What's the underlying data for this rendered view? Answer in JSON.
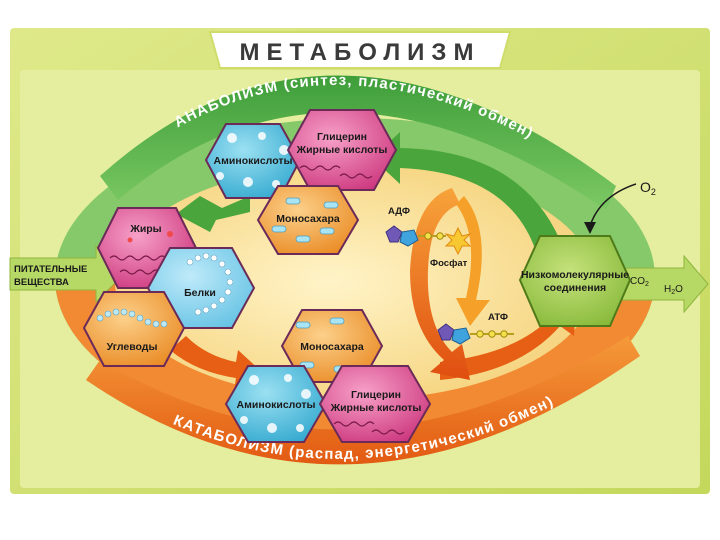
{
  "poster": {
    "title": "МЕТАБОЛИЗМ",
    "anabolism_arc": "АНАБОЛИЗМ (синтез, пластический обмен)",
    "catabolism_arc": "КАТАБОЛИЗМ (распад, энергетический обмен)",
    "input_line1": "ПИТАТЕЛЬНЫЕ",
    "input_line2": "ВЕЩЕСТВА",
    "oxygen": "O",
    "oxygen_sub": "2",
    "adp": "АДФ",
    "phosphate": "Фосфат",
    "atp": "АТФ",
    "low_mol_line1": "Низкомолекулярные",
    "low_mol_line2": "соединения",
    "co2": "CO",
    "co2_sub": "2",
    "h2o_h": "H",
    "h2o_sub": "2",
    "h2o_o": "O"
  },
  "hexagons": {
    "amino_top": "Аминокислоты",
    "glycerol_top_1": "Глицерин",
    "glycerol_top_2": "Жирные кислоты",
    "mono_top": "Моносахара",
    "fats": "Жиры",
    "proteins": "Белки",
    "carbs": "Углеводы",
    "mono_bottom": "Моносахара",
    "amino_bottom": "Аминокислоты",
    "glycerol_bottom_1": "Глицерин",
    "glycerol_bottom_2": "Жирные кислоты"
  },
  "colors": {
    "frame": "#c8dc5a",
    "anabolism": "#5cb848",
    "catabolism": "#f07a1e",
    "amino": "#3fb8d8",
    "glycerol": "#d8428a",
    "mono": "#f29a30",
    "low_mol": "#8ec63f"
  }
}
